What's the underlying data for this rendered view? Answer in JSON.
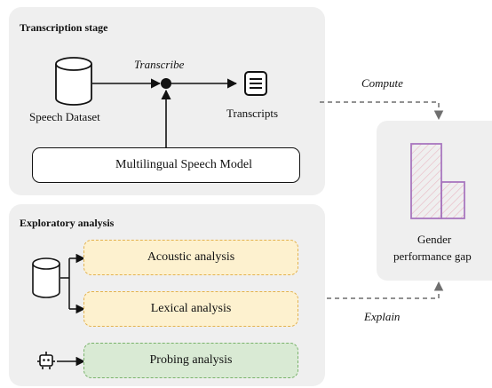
{
  "transcription": {
    "title": "Transcription stage",
    "transcribe_label": "Transcribe",
    "dataset_label": "Speech Dataset",
    "transcripts_label": "Transcripts",
    "model_label": "Multilingual Speech Model"
  },
  "exploratory": {
    "title": "Exploratory analysis",
    "acoustic_label": "Acoustic analysis",
    "lexical_label": "Lexical analysis",
    "probing_label": "Probing analysis"
  },
  "result": {
    "compute_label": "Compute",
    "explain_label": "Explain",
    "gap_label_line1": "Gender",
    "gap_label_line2": "performance gap"
  },
  "colors": {
    "panel": "#efefef",
    "yellow_fill": "#fdf1cf",
    "yellow_border": "#e3b24f",
    "green_fill": "#d9ead4",
    "green_border": "#79b26b",
    "bar_border": "#a877bf",
    "bar_hatch": "#e3a7b4",
    "dashed_arrow": "#6f6f6f"
  },
  "icons": {
    "database": "database-icon",
    "transcript": "document-lines-icon",
    "robot": "robot-icon"
  }
}
